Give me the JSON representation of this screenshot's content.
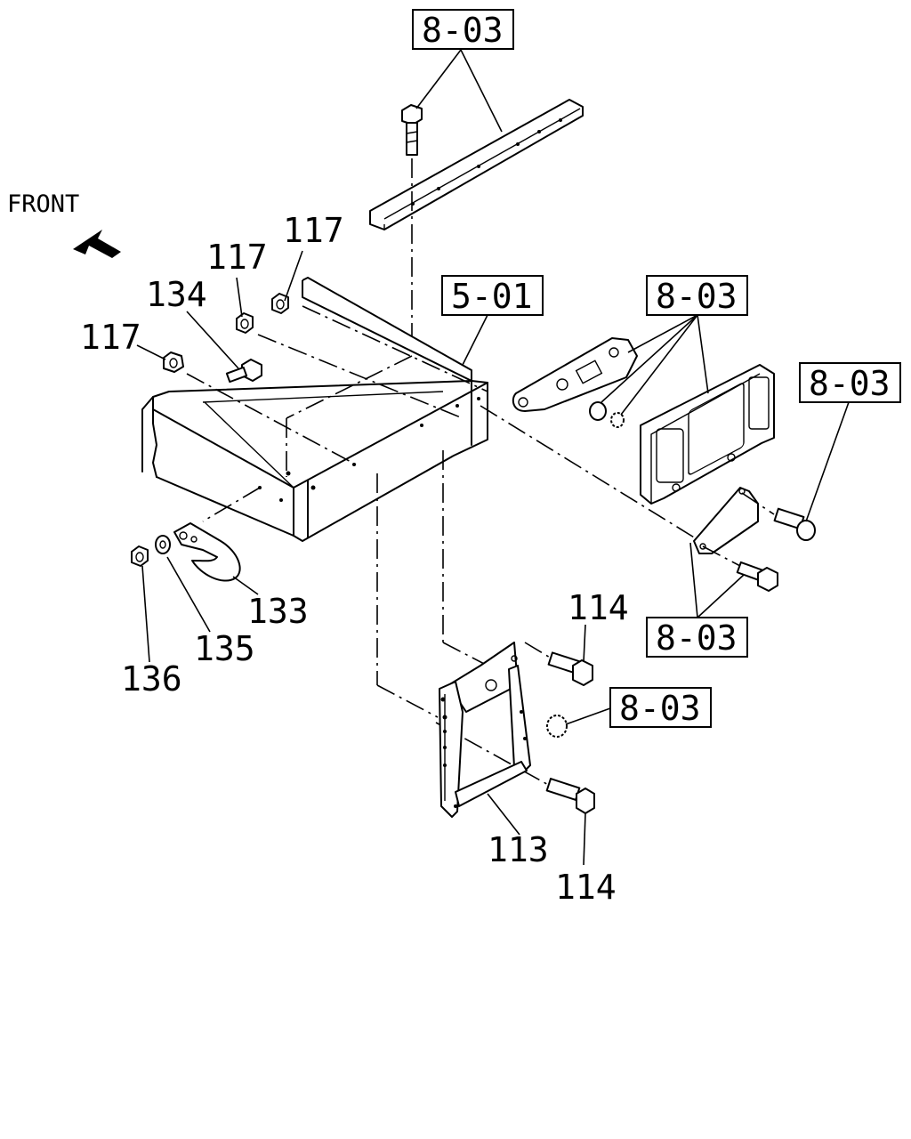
{
  "direction_label": "FRONT",
  "refs": {
    "ref_top": "8-03",
    "ref_frame": "5-01",
    "ref_lamp": "8-03",
    "ref_bolt_right": "8-03",
    "ref_plate": "8-03",
    "ref_nut_lower": "8-03"
  },
  "parts": {
    "p117_a": "117",
    "p117_b": "117",
    "p117_c": "117",
    "p134": "134",
    "p133": "133",
    "p135": "135",
    "p136": "136",
    "p114_a": "114",
    "p114_b": "114",
    "p113": "113"
  }
}
